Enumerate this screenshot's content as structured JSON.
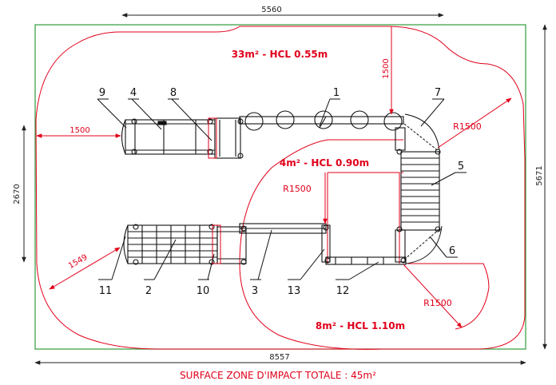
{
  "dimensions": {
    "top_width": "5560",
    "left_height": "2670",
    "right_height": "5671",
    "bottom_width": "8557",
    "left_offset": "1500",
    "top_offset": "1500",
    "diagonal_offset": "1549"
  },
  "zones": {
    "main_label": "33m² - HCL 0.55m",
    "mid_label": "4m² - HCL 0.90m",
    "low_label": "8m² - HCL 1.10m"
  },
  "radii": {
    "r_right": "R1500",
    "r_mid": "R1500",
    "r_bottom": "R1500"
  },
  "callouts": [
    "1",
    "2",
    "3",
    "4",
    "5",
    "6",
    "7",
    "8",
    "9",
    "10",
    "11",
    "12",
    "13"
  ],
  "footer": {
    "total_surface": "SURFACE ZONE D'IMPACT TOTALE : 45m²"
  },
  "colors": {
    "outline": "#e0001a",
    "border": "#2e9b3a",
    "equipment": "#111111",
    "dimension": "#222222"
  }
}
